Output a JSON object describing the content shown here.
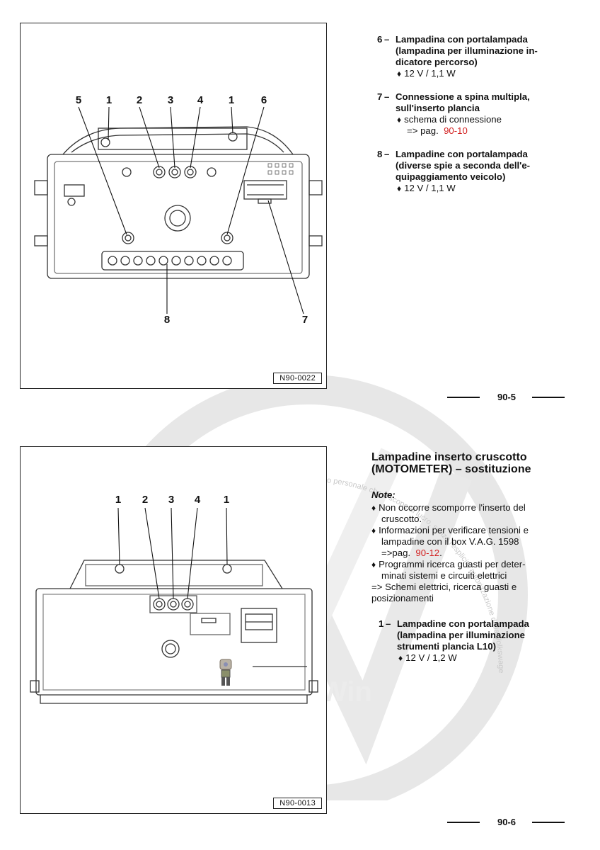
{
  "figures": [
    {
      "code": "N90-0022",
      "callouts": {
        "top": [
          "5",
          "1",
          "2",
          "3",
          "4",
          "1",
          "6"
        ],
        "bottom": [
          "8",
          "7"
        ]
      }
    },
    {
      "code": "N90-0013",
      "callouts": {
        "top": [
          "1",
          "2",
          "3",
          "4",
          "1"
        ]
      }
    }
  ],
  "section1": {
    "items": [
      {
        "number": "6",
        "dash": "–",
        "title_lines": [
          "Lampadina con portalampada",
          "(lampadina per illuminazione in-",
          "dicatore percorso)"
        ],
        "bullets": [
          {
            "symbol": "♦",
            "text": "12 V / 1,1 W"
          }
        ]
      },
      {
        "number": "7",
        "dash": "–",
        "title_lines": [
          "Connessione a spina multipla,",
          "sull'inserto plancia"
        ],
        "bullets": [
          {
            "symbol": "♦",
            "text": "schema di connessione"
          }
        ],
        "ref_prefix": "=> pag.",
        "ref": "90-10"
      },
      {
        "number": "8",
        "dash": "–",
        "title_lines": [
          "Lampadine con portalampada",
          "(diverse spie a seconda dell'e-",
          "quipaggiamento veicolo)"
        ],
        "bullets": [
          {
            "symbol": "♦",
            "text": "12 V / 1,1 W"
          }
        ]
      }
    ],
    "page_number": "90-5"
  },
  "section2": {
    "title_lines": [
      "Lampadine inserto cruscotto",
      "(MOTOMETER) – sostituzione"
    ],
    "note_label": "Note:",
    "notes": [
      {
        "symbol": "♦",
        "lines": [
          "Non occorre scomporre l'inserto del",
          "cruscotto."
        ]
      },
      {
        "symbol": "♦",
        "lines": [
          "Informazioni per verificare tensioni e",
          "lampadine con il box V.A.G. 1598"
        ],
        "ref_prefix": "=>pag.",
        "ref": "90-12",
        "ref_suffix": "."
      },
      {
        "symbol": "♦",
        "lines": [
          "Programmi ricerca guasti per deter-",
          "minati sistemi e circuiti elettrici",
          "=> Schemi elettrici, ricerca guasti e",
          "posizionamenti"
        ]
      }
    ],
    "items": [
      {
        "number": "1",
        "dash": "–",
        "title_lines": [
          "Lampadine con portalampada",
          "(lampadina per illuminazione",
          "strumenti plancia L10)"
        ],
        "bullets": [
          {
            "symbol": "♦",
            "text": "12 V / 1,2 W"
          }
        ]
      }
    ],
    "page_number": "90-6"
  },
  "watermark": {
    "arc_text": "Tutti i diritti sono riservati. È vietata qualsiasi forma di riproduzione, anche parziale, sia ad uso personale che a scopo di lucro, senza l'esplicita autorizzazione della Volkswagen AG. La Volkswagen AG non garantisce l'esattezza dei dati contenuti in questa pubblicazione. Copyright by Volkswagen AG",
    "brand_fragment": "erWin"
  }
}
